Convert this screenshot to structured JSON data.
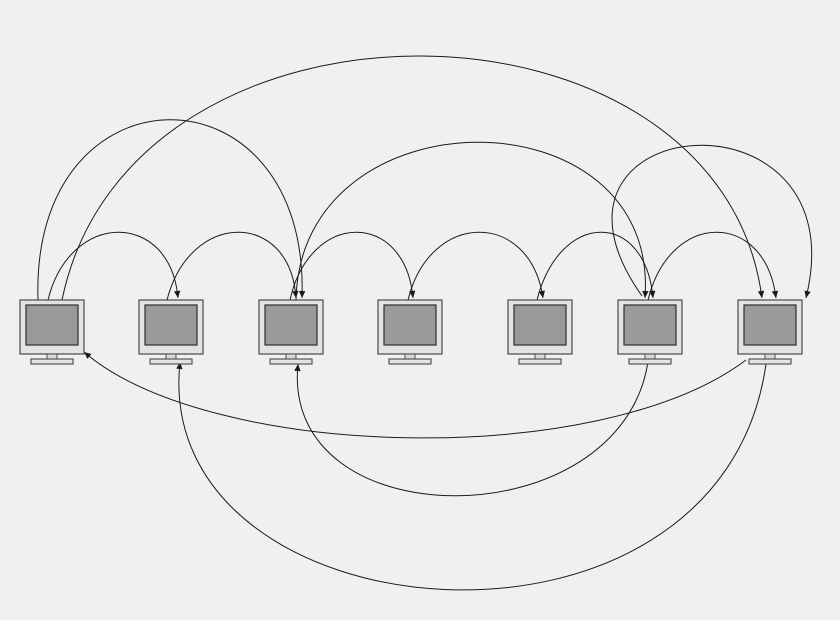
{
  "nodes": [
    {
      "id": "n1",
      "icon": "computer-monitor-icon"
    },
    {
      "id": "n2",
      "icon": "computer-monitor-icon"
    },
    {
      "id": "n3",
      "icon": "computer-monitor-icon"
    },
    {
      "id": "n4",
      "icon": "computer-monitor-icon"
    },
    {
      "id": "n5",
      "icon": "computer-monitor-icon"
    },
    {
      "id": "n6",
      "icon": "computer-monitor-icon"
    },
    {
      "id": "n7",
      "icon": "computer-monitor-icon"
    }
  ],
  "edges": [
    {
      "from": "n1",
      "to": "n2"
    },
    {
      "from": "n2",
      "to": "n3"
    },
    {
      "from": "n3",
      "to": "n4"
    },
    {
      "from": "n4",
      "to": "n5"
    },
    {
      "from": "n5",
      "to": "n6"
    },
    {
      "from": "n6",
      "to": "n7"
    },
    {
      "from": "n1",
      "to": "n3"
    },
    {
      "from": "n3",
      "to": "n6"
    },
    {
      "from": "n1",
      "to": "n7"
    },
    {
      "from": "n6",
      "to": "n7"
    },
    {
      "from": "n7",
      "to": "n1"
    },
    {
      "from": "n6",
      "to": "n3"
    },
    {
      "from": "n7",
      "to": "n2"
    }
  ],
  "colors": {
    "background": "#f0f0f0",
    "screen": "#9a9a9a",
    "bezel": "#e3e3e3",
    "edge": "#1a1a1a"
  }
}
